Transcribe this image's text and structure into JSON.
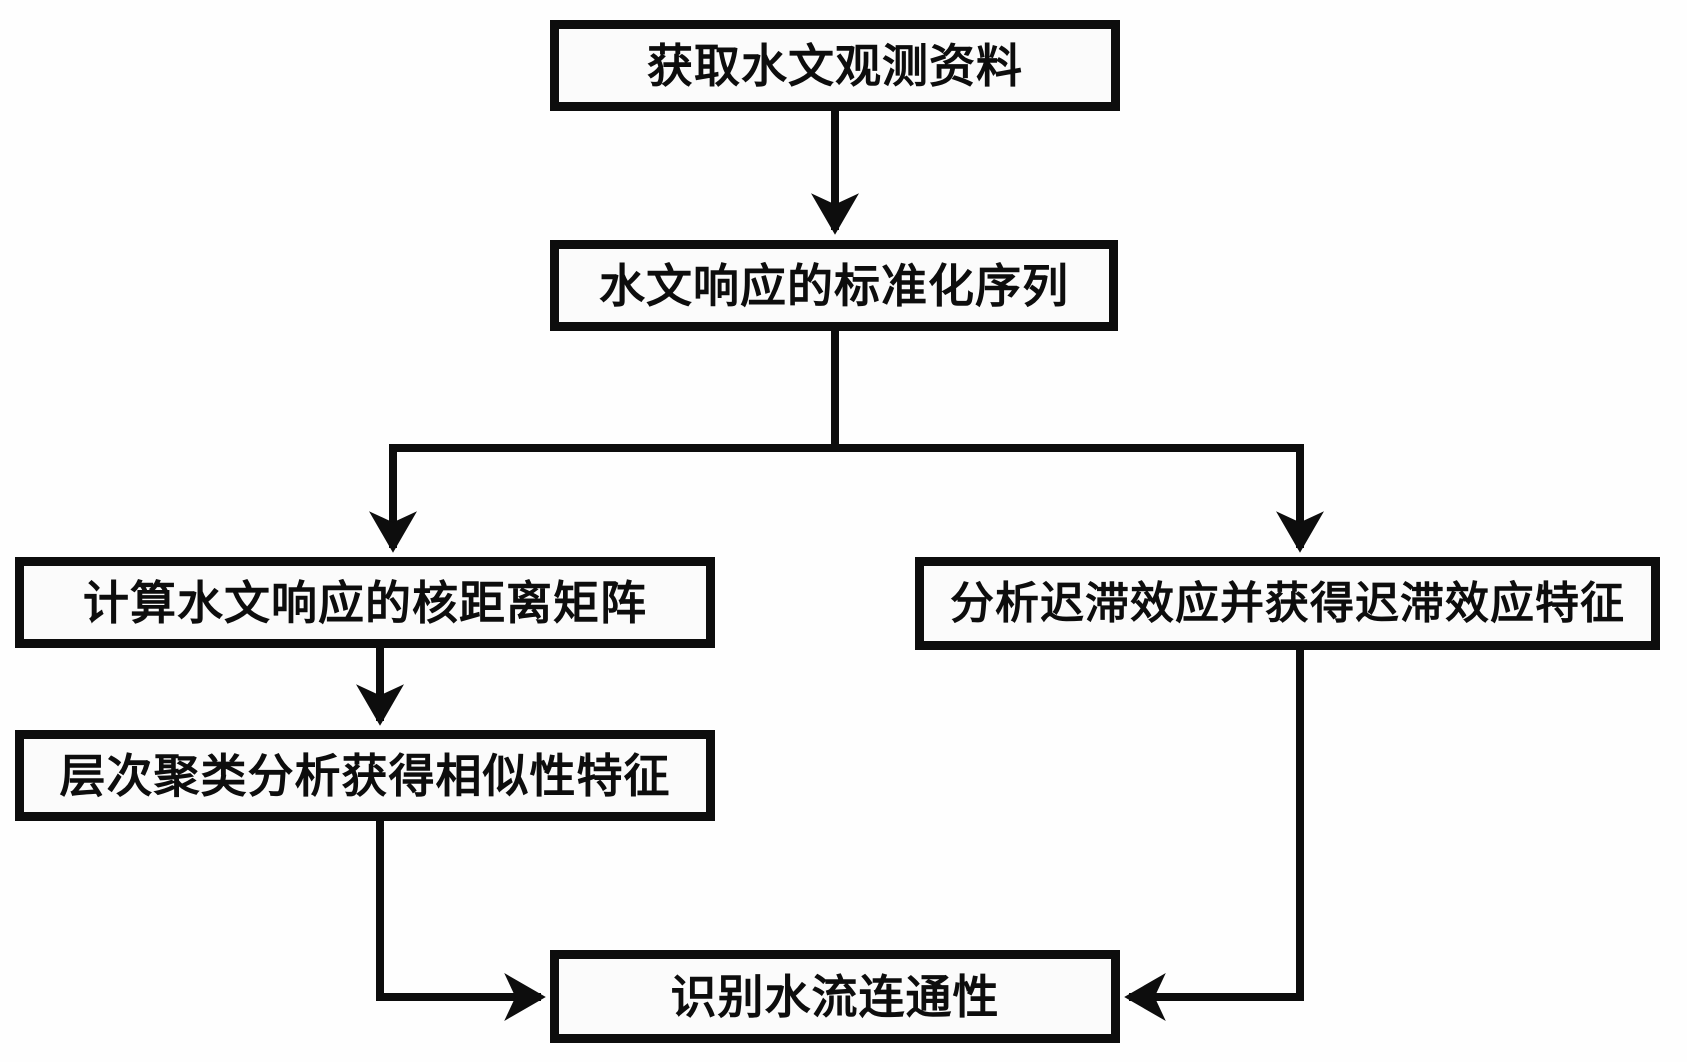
{
  "diagram": {
    "type": "flowchart",
    "language": "zh-CN",
    "nodes": [
      {
        "id": "obtain-data",
        "label": "获取水文观测资料"
      },
      {
        "id": "standardize-series",
        "label": "水文响应的标准化序列"
      },
      {
        "id": "kernel-distance",
        "label": "计算水文响应的核距离矩阵"
      },
      {
        "id": "hysteresis-feature",
        "label": "分析迟滞效应并获得迟滞效应特征"
      },
      {
        "id": "cluster-similarity",
        "label": "层次聚类分析获得相似性特征"
      },
      {
        "id": "identify-connectivity",
        "label": "识别水流连通性"
      }
    ],
    "edges": [
      {
        "from": "obtain-data",
        "to": "standardize-series"
      },
      {
        "from": "standardize-series",
        "to": "kernel-distance"
      },
      {
        "from": "standardize-series",
        "to": "hysteresis-feature"
      },
      {
        "from": "kernel-distance",
        "to": "cluster-similarity"
      },
      {
        "from": "cluster-similarity",
        "to": "identify-connectivity"
      },
      {
        "from": "hysteresis-feature",
        "to": "identify-connectivity"
      }
    ],
    "colors": {
      "background": "#fefefe",
      "box_fill": "#fbfbfb",
      "box_border": "#0d0d0d",
      "line": "#0d0d0d",
      "text": "#0d0d0d"
    }
  }
}
